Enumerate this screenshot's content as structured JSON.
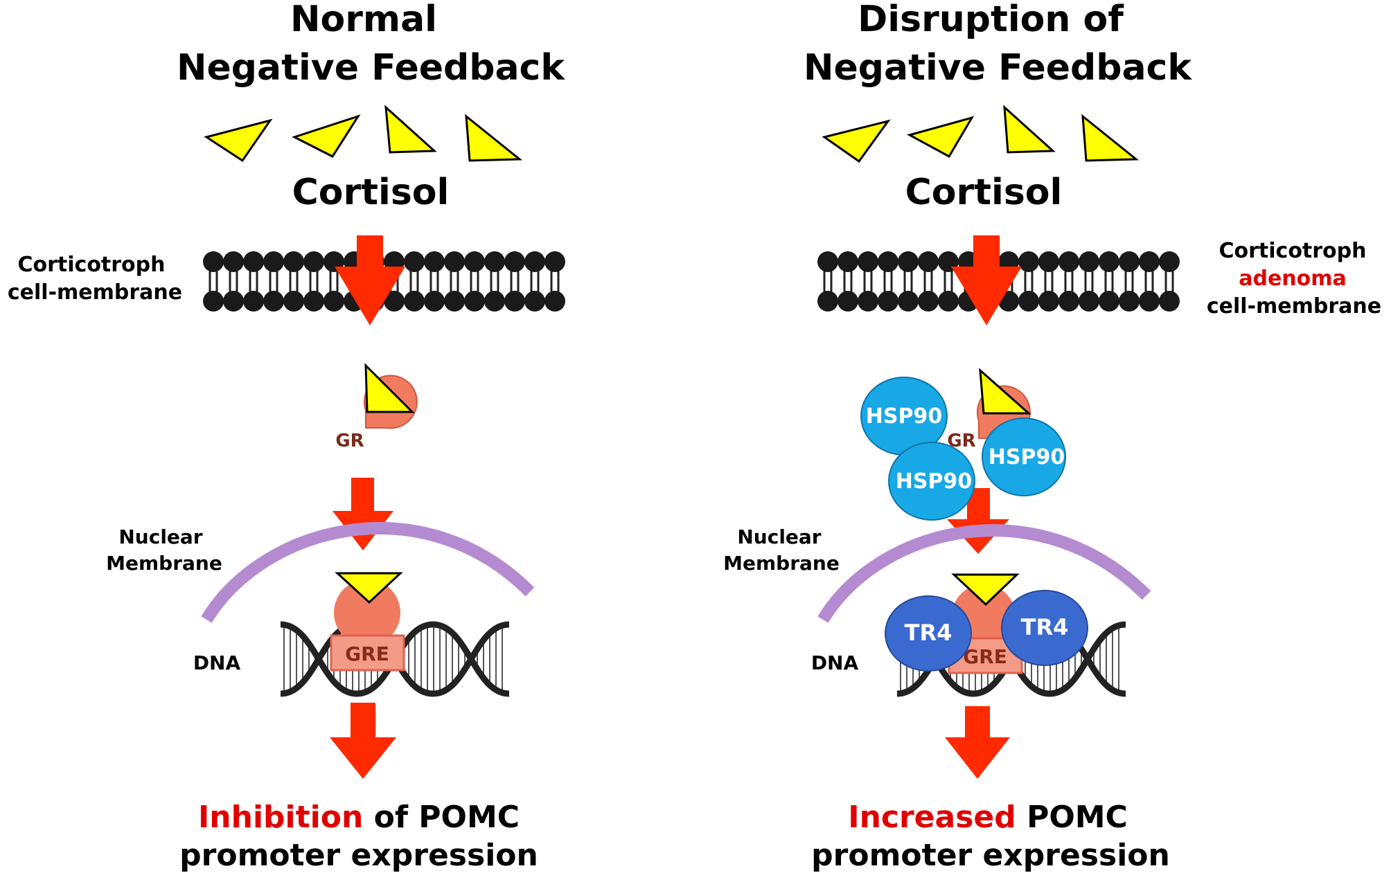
{
  "left_panel": {
    "title_line1": "Normal",
    "title_line2": "Negative Feedback",
    "hormone_label": "Cortisol",
    "cell_membrane_label_line1": "Corticotroph",
    "cell_membrane_label_line2": "cell-membrane",
    "receptor_label": "GR",
    "nuclear_membrane_label_line1": "Nuclear",
    "nuclear_membrane_label_line2": "Membrane",
    "dna_label": "DNA",
    "element_label": "GRE",
    "outcome_highlight": "Inhibition",
    "outcome_rest_line1": " of POMC",
    "outcome_line2": "promoter expression"
  },
  "right_panel": {
    "title_line1": "Disruption of",
    "title_line2": "Negative Feedback",
    "hormone_label": "Cortisol",
    "cell_membrane_label_line1": "Corticotroph",
    "cell_membrane_label_highlight": "adenoma",
    "cell_membrane_label_line3": "cell-membrane",
    "receptor_label": "GR",
    "chaperone_labels": [
      "HSP90",
      "HSP90",
      "HSP90"
    ],
    "nuclear_membrane_label_line1": "Nuclear",
    "nuclear_membrane_label_line2": "Membrane",
    "dna_label": "DNA",
    "element_label": "GRE",
    "cofactor_labels": [
      "TR4",
      "TR4"
    ],
    "outcome_highlight": "Increased",
    "outcome_rest_line1": " POMC",
    "outcome_line2": "promoter expression"
  },
  "colors": {
    "cortisol": "#ffff00",
    "arrow": "#ff2a00",
    "highlight_text": "#e00000",
    "receptor": "#f07b60",
    "nuclear_membrane": "#b48bd0",
    "hsp90": "#19a8e6",
    "tr4": "#3a6ad0"
  }
}
